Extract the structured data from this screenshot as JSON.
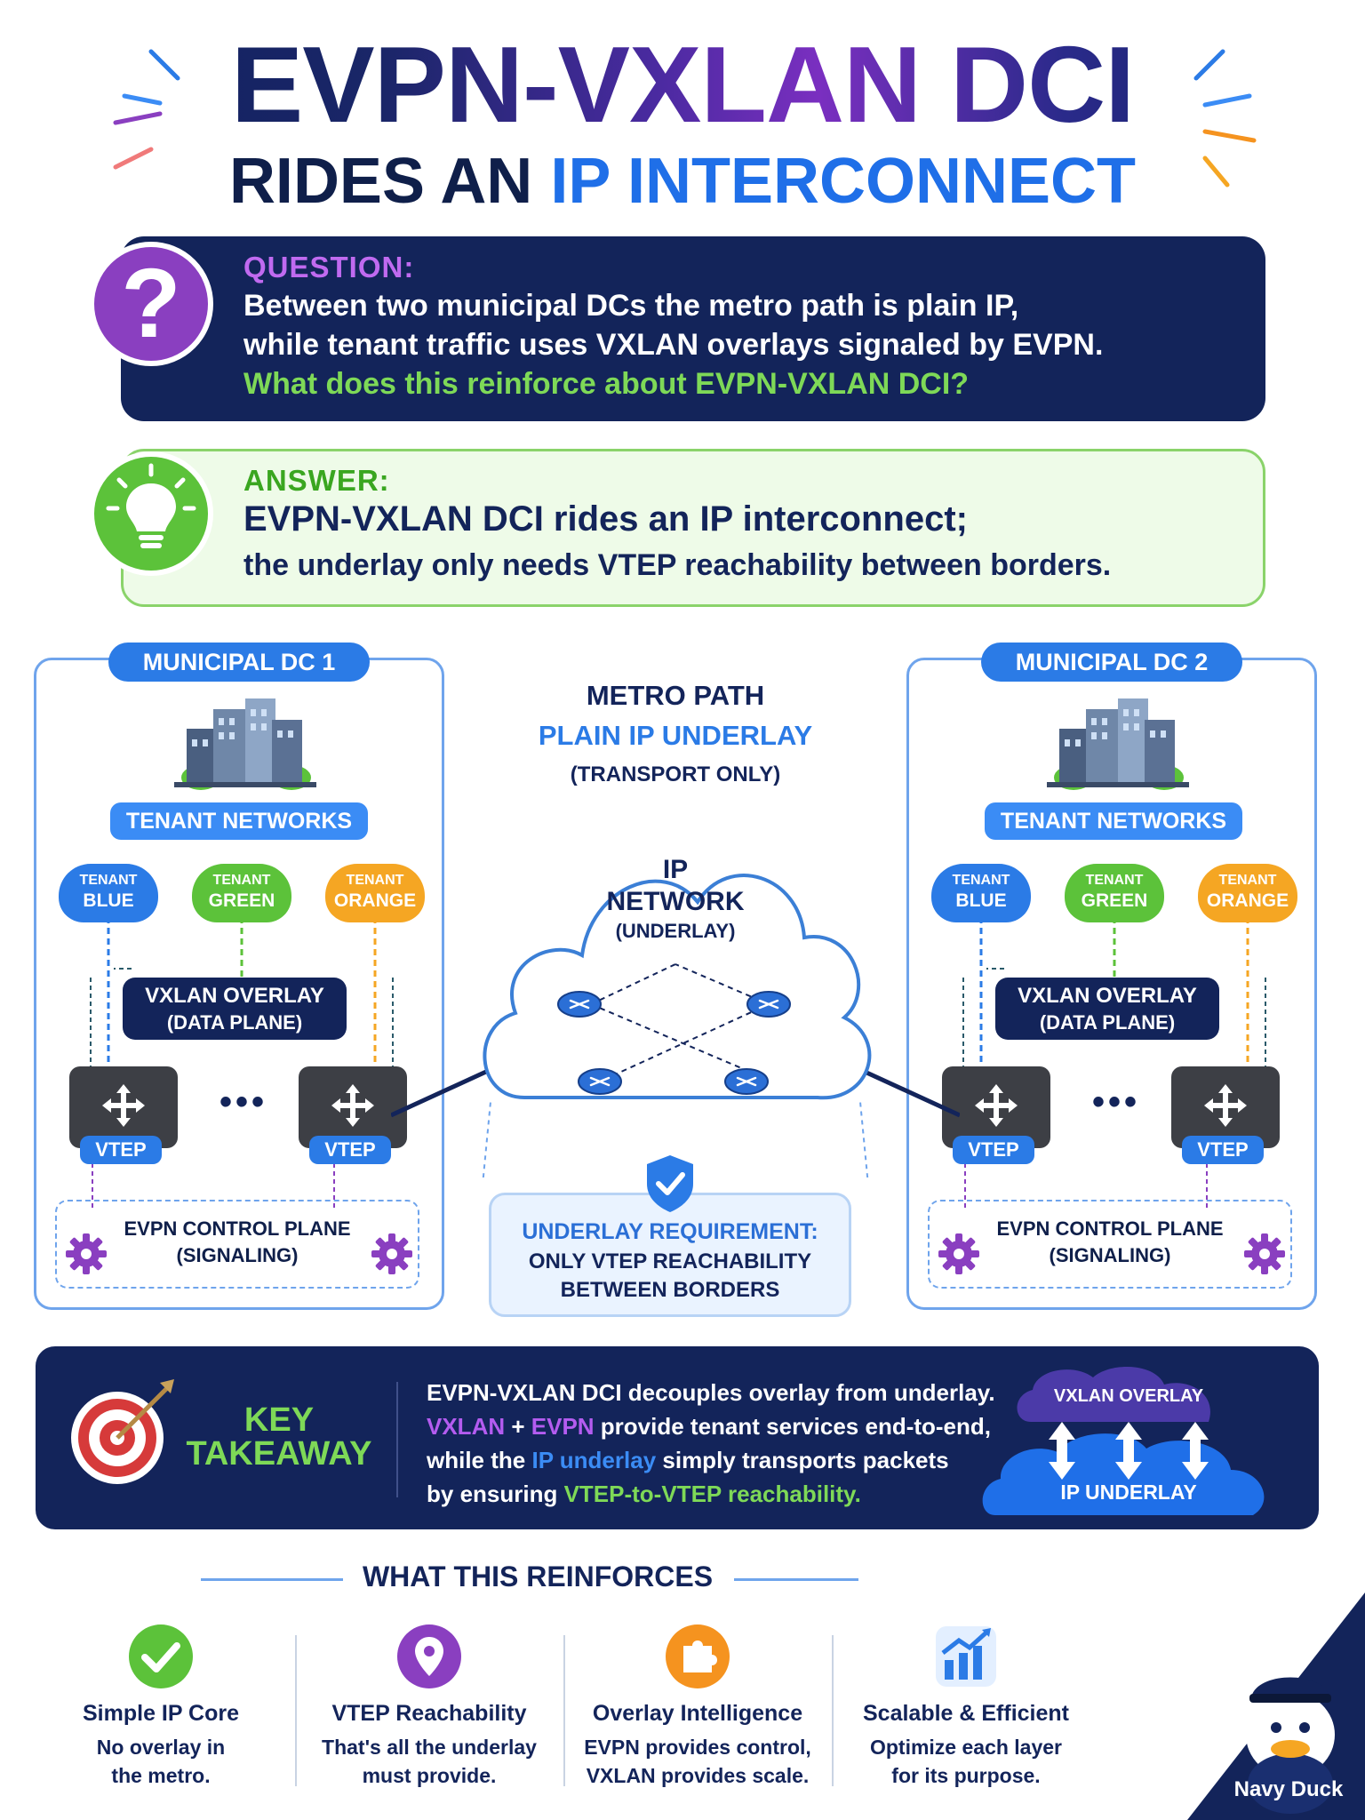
{
  "title": {
    "line1": "EVPN-VXLAN DCI",
    "line2_dark1": "RIDES ",
    "line2_dark2": "AN ",
    "line2_blue": "IP INTERCONNECT"
  },
  "question": {
    "label": "QUESTION:",
    "line1": "Between two municipal DCs the metro path is plain IP,",
    "line2": "while tenant traffic uses VXLAN overlays signaled by EVPN.",
    "line3": "What does this reinforce about EVPN-VXLAN DCI?",
    "icon": "question-mark-icon"
  },
  "answer": {
    "label": "ANSWER:",
    "line1": "EVPN-VXLAN DCI rides an IP interconnect;",
    "line2": "the underlay only needs VTEP reachability between borders.",
    "icon": "lightbulb-icon"
  },
  "dc1": {
    "title": "MUNICIPAL DC 1",
    "tenant_networks": "TENANT NETWORKS",
    "tenants": [
      {
        "top": "TENANT",
        "name": "BLUE",
        "color": "#2b7be6"
      },
      {
        "top": "TENANT",
        "name": "GREEN",
        "color": "#5cc23a"
      },
      {
        "top": "TENANT",
        "name": "ORANGE",
        "color": "#f5a623"
      }
    ],
    "overlay_l1": "VXLAN OVERLAY",
    "overlay_l2": "(DATA PLANE)",
    "vtep": "VTEP",
    "dots": "•••",
    "evpn_l1": "EVPN CONTROL PLANE",
    "evpn_l2": "(SIGNALING)"
  },
  "dc2": {
    "title": "MUNICIPAL DC 2",
    "tenant_networks": "TENANT NETWORKS",
    "tenants": [
      {
        "top": "TENANT",
        "name": "BLUE",
        "color": "#2b7be6"
      },
      {
        "top": "TENANT",
        "name": "GREEN",
        "color": "#5cc23a"
      },
      {
        "top": "TENANT",
        "name": "ORANGE",
        "color": "#f5a623"
      }
    ],
    "overlay_l1": "VXLAN OVERLAY",
    "overlay_l2": "(DATA PLANE)",
    "vtep": "VTEP",
    "dots": "•••",
    "evpn_l1": "EVPN CONTROL PLANE",
    "evpn_l2": "(SIGNALING)"
  },
  "metro": {
    "l1": "METRO PATH",
    "l2": "PLAIN IP UNDERLAY",
    "l3": "(TRANSPORT ONLY)",
    "cloud_l1": "IP",
    "cloud_l2": "NETWORK",
    "cloud_l3": "(UNDERLAY)"
  },
  "requirement": {
    "l1": "UNDERLAY REQUIREMENT:",
    "l2": "ONLY VTEP REACHABILITY",
    "l3": "BETWEEN BORDERS",
    "icon": "shield-check-icon"
  },
  "takeaway": {
    "l1": "KEY",
    "l2": "TAKEAWAY",
    "text1": "EVPN-VXLAN DCI decouples overlay from underlay.",
    "text2a": "VXLAN",
    "text2b": " + ",
    "text2c": "EVPN",
    "text2d": " provide tenant services end-to-end,",
    "text3a": "while the ",
    "text3b": "IP underlay",
    "text3c": " simply transports packets",
    "text4a": "by ensuring ",
    "text4b": "VTEP-to-VTEP reachability.",
    "graphic_top": "VXLAN OVERLAY",
    "graphic_bottom": "IP UNDERLAY"
  },
  "reinforces": {
    "title": "WHAT THIS REINFORCES",
    "items": [
      {
        "head": "Simple IP Core",
        "l1": "No overlay in",
        "l2": "the metro.",
        "icon": "check-circle-icon",
        "color": "#5cc23a"
      },
      {
        "head": "VTEP Reachability",
        "l1": "That's all the underlay",
        "l2": "must provide.",
        "icon": "location-pin-icon",
        "color": "#8a3fc0"
      },
      {
        "head": "Overlay Intelligence",
        "l1": "EVPN provides control,",
        "l2": "VXLAN provides scale.",
        "icon": "puzzle-icon",
        "color": "#f5931f"
      },
      {
        "head": "Scalable & Efficient",
        "l1": "Optimize each layer",
        "l2": "for its purpose.",
        "icon": "bar-chart-icon",
        "color": "#2b7be6"
      }
    ]
  },
  "brand": {
    "cap": "NAVY",
    "name": "Navy Duck"
  }
}
